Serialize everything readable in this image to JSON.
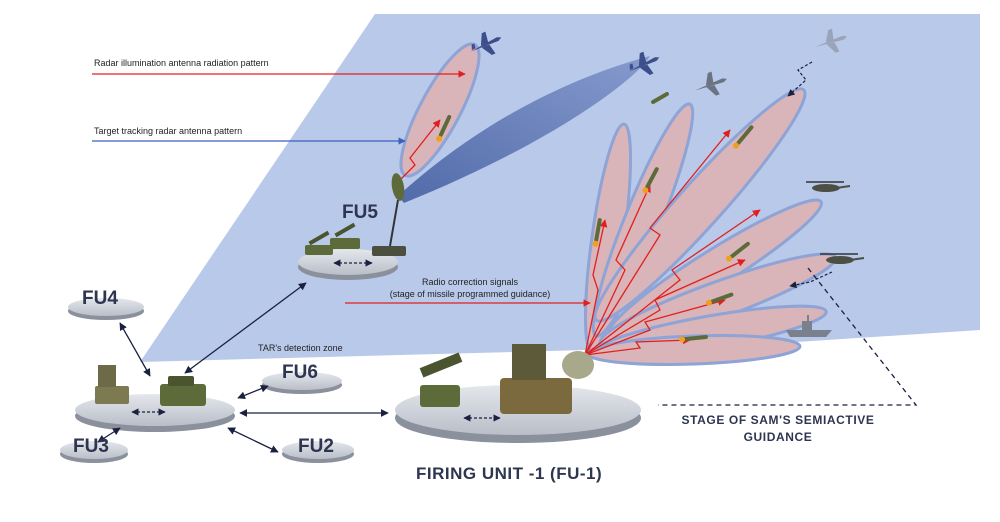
{
  "labels": {
    "radar_illumination": "Radar illumination antenna radiation pattern",
    "target_tracking": "Target tracking radar antenna pattern",
    "radio_correction_line1": "Radio correction signals",
    "radio_correction_line2": "(stage of missile programmed guidance)",
    "tar_zone": "TAR's detection zone",
    "semiactive_line1": "STAGE OF  SAM'S SEMIACTIVE",
    "semiactive_line2": "GUIDANCE",
    "firing_unit": "FIRING UNIT -1 (FU-1)"
  },
  "units": {
    "fu2": "FU2",
    "fu3": "FU3",
    "fu4": "FU4",
    "fu5": "FU5",
    "fu6": "FU6"
  },
  "colors": {
    "detection_zone": "#b9c9ea",
    "lobe_fill": "#d9b4b8",
    "lobe_edge": "#8ea3d6",
    "tracking_beam": "#4e66a8",
    "radar_line": "#e02020",
    "tracking_line": "#3a5fc0",
    "platform_top": "#cfd3da",
    "platform_side": "#8a909c",
    "title_text": "#2e3550"
  }
}
